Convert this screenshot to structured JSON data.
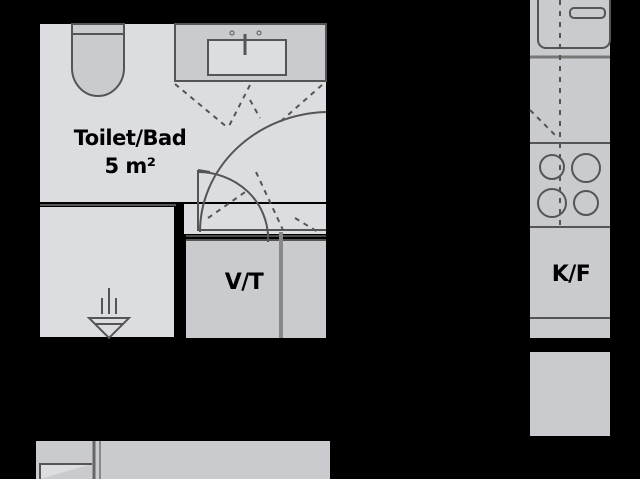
{
  "floorplan": {
    "rooms": [
      {
        "id": "bathroom",
        "name": "Toilet/Bad",
        "area": "5 m²"
      },
      {
        "id": "laundry",
        "name": "V/T"
      },
      {
        "id": "kitchen-fridge",
        "name": "K/F"
      }
    ],
    "symbols": {
      "floor_drain": "floor-drain-icon",
      "toilet": "toilet-icon",
      "sink": "sink-icon",
      "stove": "stove-icon",
      "shower_doors": "shower-door-icon"
    },
    "colors": {
      "wall": "#000000",
      "floor_light": "#dcdde1",
      "fixture_gray": "#c9cbcf",
      "line": "#555555"
    }
  }
}
